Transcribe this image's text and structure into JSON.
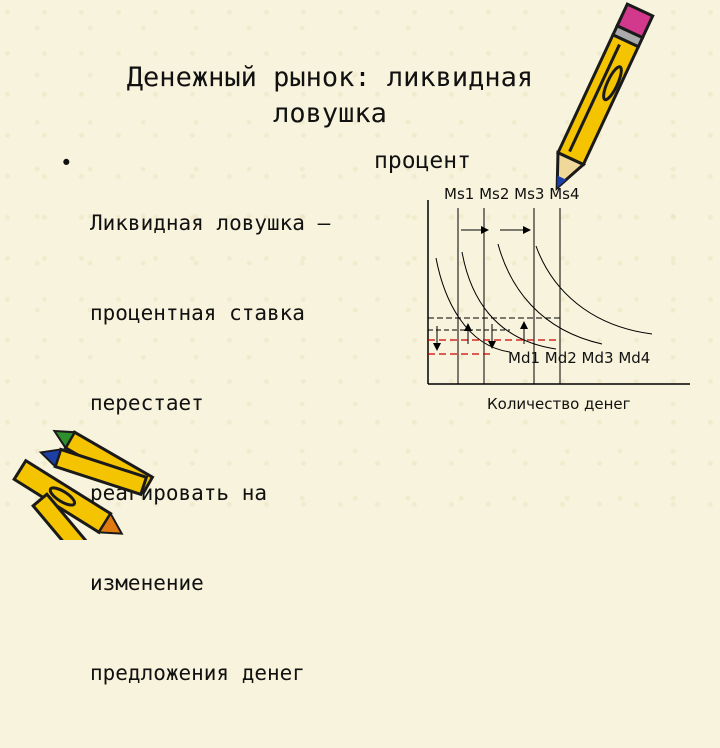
{
  "slide": {
    "title_lines": [
      "Денежный рынок: ликвидная",
      "ловушка"
    ],
    "bullet": {
      "marker": "•",
      "lines": [
        "Ликвидная ловушка –",
        "процентная ставка",
        "перестает",
        "реагировать на",
        "изменение",
        "предложения денег"
      ]
    }
  },
  "diagram": {
    "y_axis_label": "процент",
    "x_axis_label": "Количество денег",
    "supply_labels": "Ms1 Ms2 Ms3 Ms4",
    "demand_labels": "Md1 Md2 Md3 Md4",
    "colors": {
      "axis": "#000000",
      "rate_line_red": "#cc0000",
      "pencil_yellow": "#f5c400",
      "pencil_outline": "#1a1a1a",
      "eraser_pink": "#d2388c",
      "tip_green": "#2f8f2f",
      "tip_blue": "#1d3fa8",
      "tip_orange": "#e07a10"
    }
  },
  "decorations": {
    "icons": [
      "pencil-icon",
      "pencils-bundle-icon"
    ]
  }
}
